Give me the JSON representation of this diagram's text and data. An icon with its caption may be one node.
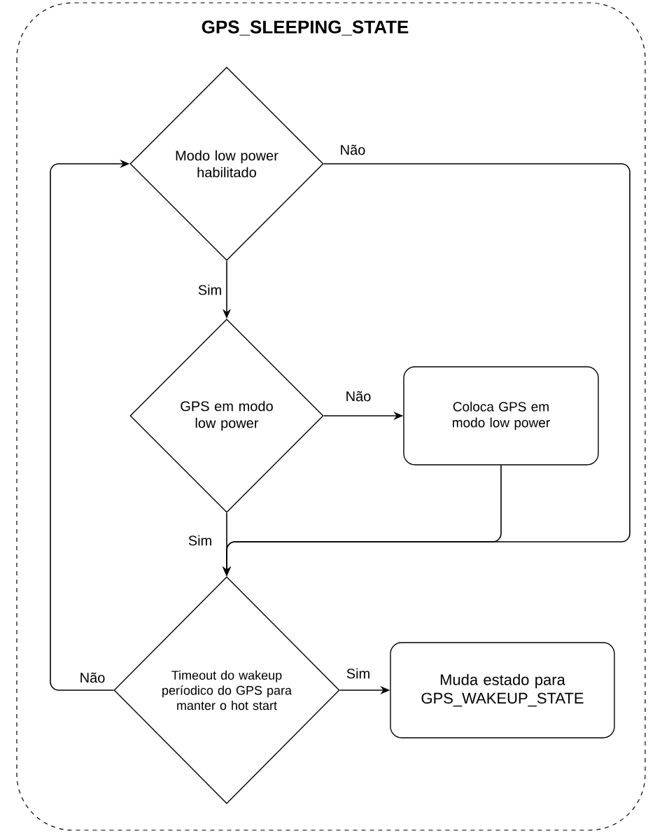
{
  "diagram": {
    "nodes": [
      {
        "text": [
          "GPS_SLEEPING_STATE"
        ]
      },
      {
        "text": [
          "Modo low power habilitado"
        ],
        "in": 0
      },
      {
        "text": [
          "GPS em modo low power"
        ],
        "in": 0
      },
      {
        "text": [
          "Coloca GPS em modo low power"
        ],
        "in": 0
      },
      {
        "text": [
          "Timeout do wakeup períodico do GPS para manter o hot start"
        ],
        "in": 0
      },
      {
        "text": [
          "Muda estado para GPS_WAKEUP_STATE"
        ],
        "in": 0
      }
    ],
    "edges": [
      {
        "from": 1,
        "to": 2,
        "arrow": "to",
        "label": "Sim"
      },
      {
        "from": 1,
        "to": 4,
        "arrow": "to",
        "label": "Não"
      },
      {
        "from": 2,
        "to": 3,
        "arrow": "to",
        "label": "Não"
      },
      {
        "from": 2,
        "to": 4,
        "arrow": "to",
        "label": "Sim"
      },
      {
        "from": 3,
        "to": 4,
        "arrow": "to"
      },
      {
        "from": 4,
        "to": 1,
        "arrow": "to",
        "label": "Não"
      },
      {
        "from": 4,
        "to": 5,
        "arrow": "to",
        "label": "Sim"
      }
    ]
  }
}
